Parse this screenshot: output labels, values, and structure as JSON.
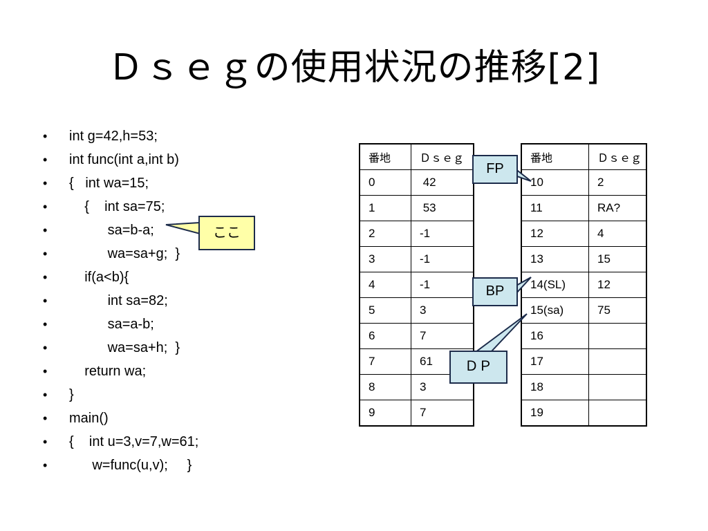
{
  "title": "Ｄｓｅｇの使用状況の推移[2]",
  "code": {
    "bullet": "•",
    "lines": [
      "int g=42,h=53;",
      "int func(int a,int b)",
      "{   int wa=15;",
      "    {    int sa=75;",
      "          sa=b-a;",
      "          wa=sa+g;  }",
      "    if(a<b){",
      "          int sa=82;",
      "          sa=a-b;",
      "          wa=sa+h;  }",
      "    return wa;",
      "}",
      "main()",
      "{    int u=3,v=7,w=61;",
      "      w=func(u,v);     }"
    ]
  },
  "table_left": {
    "headers": [
      "番地",
      "Ｄｓｅｇ"
    ],
    "rows": [
      [
        "0",
        " 42"
      ],
      [
        "1",
        " 53"
      ],
      [
        "2",
        "-1"
      ],
      [
        "3",
        "-1"
      ],
      [
        "4",
        "-1"
      ],
      [
        "5",
        "3"
      ],
      [
        "6",
        "7"
      ],
      [
        "7",
        "61"
      ],
      [
        "8",
        "3"
      ],
      [
        "9",
        "7"
      ]
    ]
  },
  "table_right": {
    "headers": [
      "番地",
      "Ｄｓｅｇ"
    ],
    "rows": [
      [
        "10",
        "2"
      ],
      [
        "11",
        "RA?"
      ],
      [
        "12",
        "4"
      ],
      [
        "13",
        "15"
      ],
      [
        "14(SL)",
        "12"
      ],
      [
        "15(sa)",
        "75"
      ],
      [
        "16",
        ""
      ],
      [
        "17",
        ""
      ],
      [
        "18",
        ""
      ],
      [
        "19",
        ""
      ]
    ]
  },
  "callouts": {
    "fp": "FP",
    "bp": "BP",
    "dp": "ＤＰ",
    "koko": "ここ"
  },
  "colors": {
    "pointer_fill": "#cde7ee",
    "koko_fill": "#ffffa8",
    "callout_border": "#1c2b4a"
  }
}
